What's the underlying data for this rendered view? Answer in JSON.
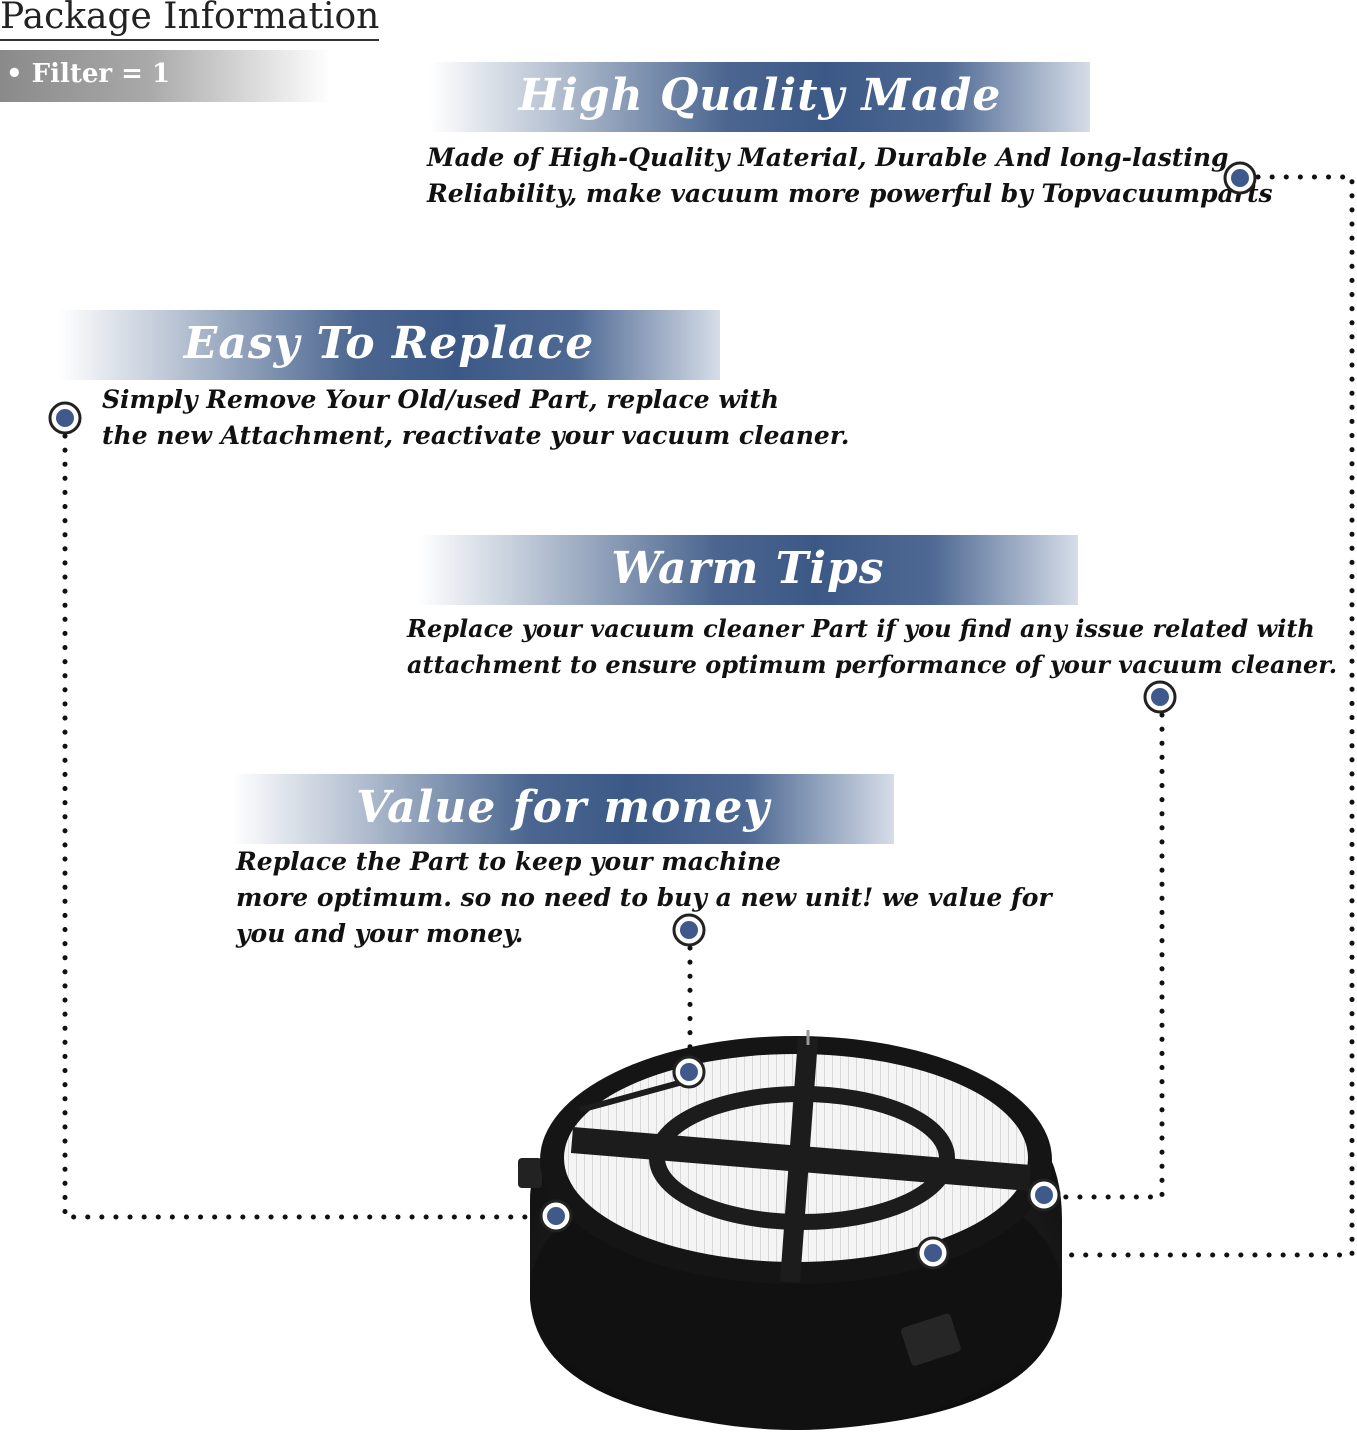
{
  "package": {
    "title": "Package Information",
    "item": "• Filter = 1"
  },
  "sections": [
    {
      "heading": "High Quality Made",
      "lines": [
        "Made of  High-Quality Material, Durable And long-lasting",
        "Reliability, make vacuum more powerful by Topvacuumparts"
      ]
    },
    {
      "heading": "Easy To Replace",
      "lines": [
        "Simply Remove Your Old/used Part, replace with",
        "the new Attachment, reactivate your vacuum cleaner."
      ]
    },
    {
      "heading": "Warm Tips",
      "lines": [
        "Replace your vacuum cleaner Part if you find any issue related with",
        "attachment to ensure optimum performance of your vacuum cleaner."
      ]
    },
    {
      "heading": "Value for money",
      "lines": [
        "Replace the Part to keep your machine",
        "more optimum. so no need to buy a new unit! we value for",
        "you and your money."
      ]
    }
  ],
  "colors": {
    "banner_blue": "#3c5886",
    "marker_blue": "#3f5a8a",
    "dots": "#111111"
  },
  "icons": [
    "marker-dot-icon",
    "filter-product-image"
  ]
}
